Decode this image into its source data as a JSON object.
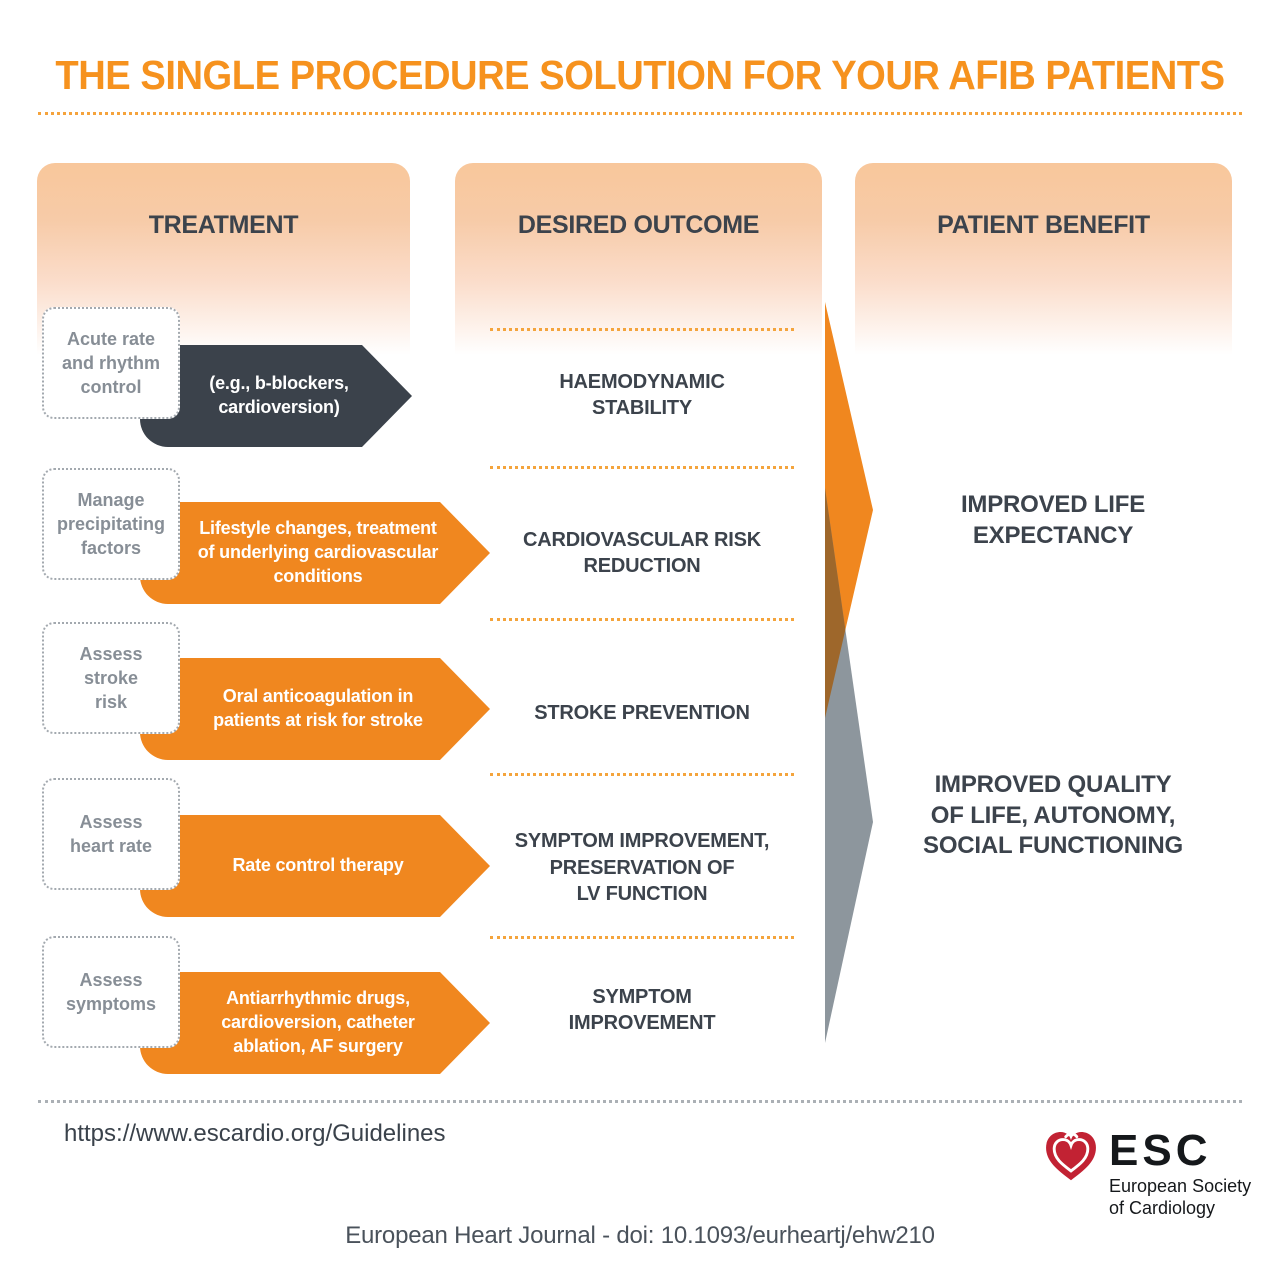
{
  "title": "THE SINGLE PROCEDURE SOLUTION FOR YOUR AFIB PATIENTS",
  "columns": [
    {
      "id": "treatment",
      "header": "TREATMENT"
    },
    {
      "id": "desired-outcome",
      "header": "DESIRED OUTCOME"
    },
    {
      "id": "patient-benefit",
      "header": "PATIENT BENEFIT"
    }
  ],
  "treatment_rows": [
    {
      "assessment": "Acute rate\nand rhythm\ncontrol",
      "therapy": "(e.g., b-blockers,\ncardioversion)",
      "arrow_color": "#3B424B"
    },
    {
      "assessment": "Manage\nprecipitating\nfactors",
      "therapy": "Lifestyle changes, treatment\nof underlying cardiovascular\nconditions",
      "arrow_color": "#F0871F"
    },
    {
      "assessment": "Assess\nstroke\nrisk",
      "therapy": "Oral anticoagulation in\npatients at risk for stroke",
      "arrow_color": "#F0871F"
    },
    {
      "assessment": "Assess\nheart rate",
      "therapy": "Rate control therapy",
      "arrow_color": "#F0871F"
    },
    {
      "assessment": "Assess\nsymptoms",
      "therapy": "Antiarrhythmic drugs,\ncardioversion, catheter\nablation, AF surgery",
      "arrow_color": "#F0871F"
    }
  ],
  "outcomes": [
    "HAEMODYNAMIC\nSTABILITY",
    "CARDIOVASCULAR RISK\nREDUCTION",
    "STROKE PREVENTION",
    "SYMPTOM IMPROVEMENT,\nPRESERVATION OF\nLV FUNCTION",
    "SYMPTOM\nIMPROVEMENT"
  ],
  "benefits": [
    {
      "label": "IMPROVED LIFE\nEXPECTANCY",
      "arrow_color": "#F0871F"
    },
    {
      "label": "IMPROVED QUALITY\nOF LIFE, AUTONOMY,\nSOCIAL FUNCTIONING",
      "arrow_color": "#8D969D"
    }
  ],
  "footer": {
    "guidelines_url": "https://www.escardio.org/Guidelines",
    "citation": "European Heart Journal - doi: 10.1093/eurheartj/ehw210",
    "logo": {
      "abbr": "ESC",
      "org_line1": "European Society",
      "org_line2": "of Cardiology",
      "icon": "heart-icon",
      "heart_color": "#C22233"
    }
  },
  "colors": {
    "title_orange": "#F6921E",
    "accent_orange": "#F0871F",
    "dark_charcoal": "#3B424B",
    "text_charcoal": "#3C434C",
    "muted_gray_text": "#878E96",
    "flow_arrow_gray": "#8D969D",
    "flow_overlap_brown": "#9E672B",
    "header_gradient_top": "#F8C79B",
    "dotted_orange": "#F4A43C",
    "dotted_gray": "#ABB0B5"
  }
}
